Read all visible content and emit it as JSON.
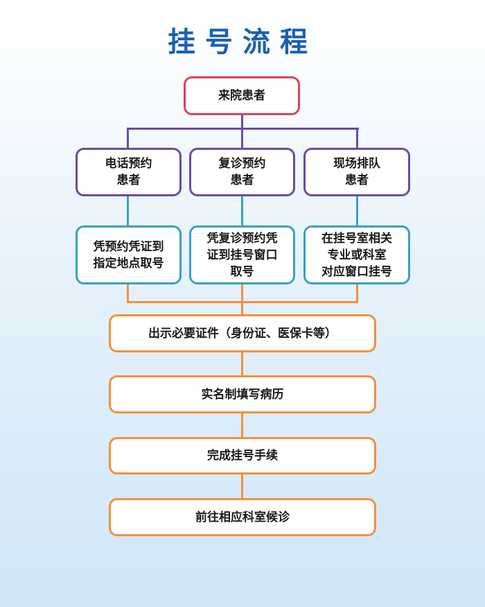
{
  "title": "挂号流程",
  "start": "来院患者",
  "branches": [
    {
      "type": "电话预约\n患者",
      "step": "凭预约凭证到\n指定地点取号"
    },
    {
      "type": "复诊预约\n患者",
      "step": "凭复诊预约凭\n证到挂号窗口\n取号"
    },
    {
      "type": "现场排队\n患者",
      "step": "在挂号室相关\n专业或科室\n对应窗口挂号"
    }
  ],
  "steps": [
    "出示必要证件（身份证、医保卡等）",
    "实名制填写病历",
    "完成挂号手续",
    "前往相应科室候诊"
  ]
}
